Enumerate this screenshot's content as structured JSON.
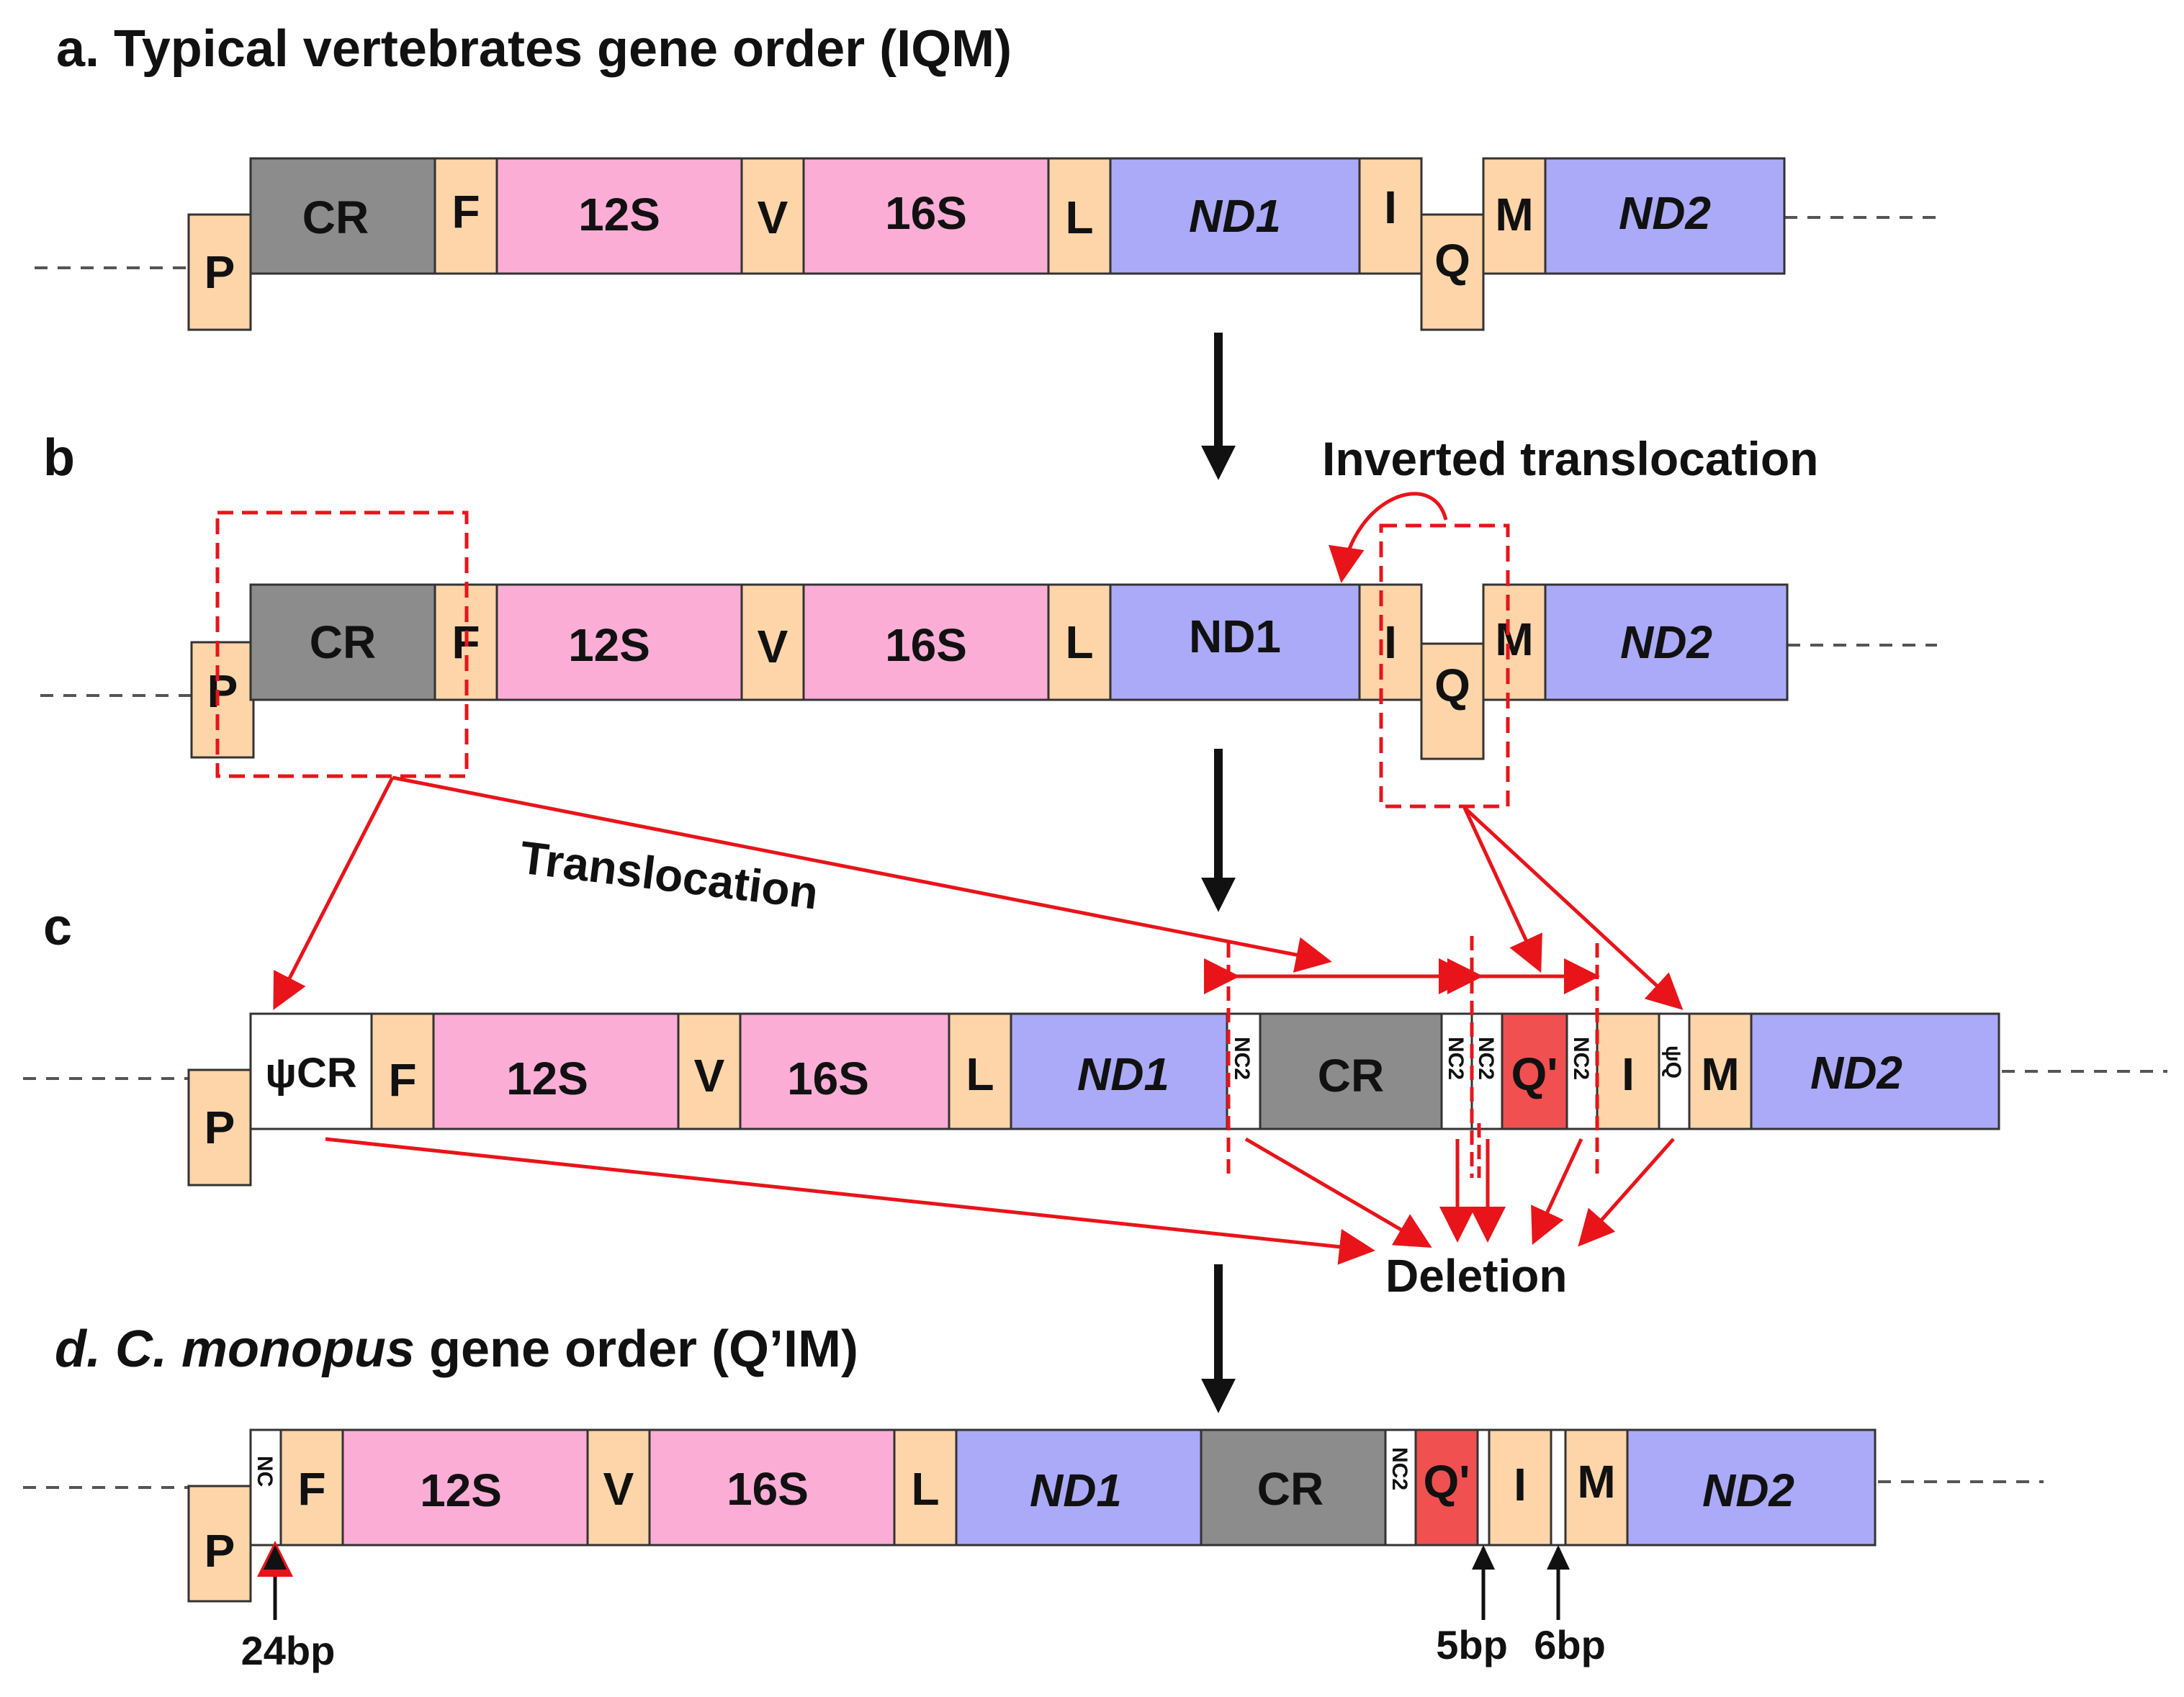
{
  "panels": {
    "a": {
      "title": "a. Typical vertebrates gene order (IQM)"
    },
    "b": {
      "title": "b"
    },
    "c": {
      "title": "c"
    },
    "d": {
      "title_italic": "d. C. monopus",
      "title_rest": " gene order (Q’IM)"
    }
  },
  "genes": {
    "P": "P",
    "CR": "CR",
    "F": "F",
    "S12": "12S",
    "V": "V",
    "S16": "16S",
    "L": "L",
    "ND1": "ND1",
    "I": "I",
    "Q": "Q",
    "M": "M",
    "ND2": "ND2",
    "psiCR": "ψCR",
    "NC2": "NC2",
    "Qprime": "Q'",
    "psiQ": "ψQ",
    "NC": "NC"
  },
  "annotations": {
    "inverted": "Inverted translocation",
    "translocation": "Translocation",
    "deletion": "Deletion",
    "bp24": "24bp",
    "bp5": "5bp",
    "bp6": "6bp"
  },
  "colors": {
    "trna": "#fdd5a8",
    "cr": "#8c8c8c",
    "rrna": "#fcadd6",
    "nd": "#aaaaf8",
    "qprime": "#f05050",
    "nc": "#ffffff",
    "annotation": "#e8141a",
    "arrow": "#111111"
  }
}
